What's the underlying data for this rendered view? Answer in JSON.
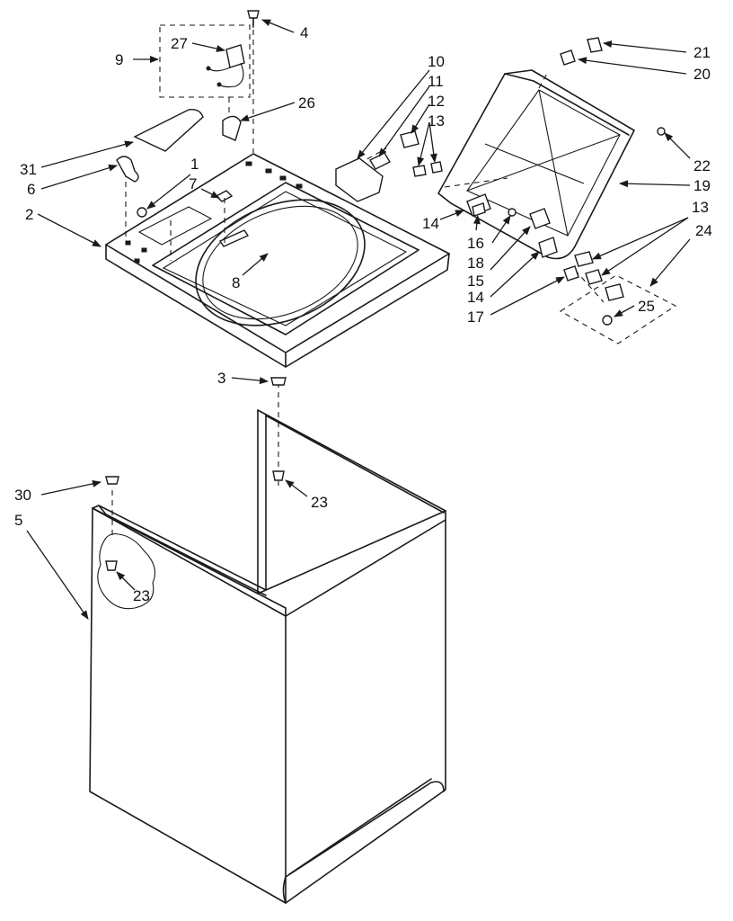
{
  "callouts": [
    {
      "id": "c1",
      "text": "1"
    },
    {
      "id": "c2",
      "text": "2"
    },
    {
      "id": "c3",
      "text": "3"
    },
    {
      "id": "c4",
      "text": "4"
    },
    {
      "id": "c5",
      "text": "5"
    },
    {
      "id": "c6",
      "text": "6"
    },
    {
      "id": "c7",
      "text": "7"
    },
    {
      "id": "c8",
      "text": "8"
    },
    {
      "id": "c9",
      "text": "9"
    },
    {
      "id": "c10",
      "text": "10"
    },
    {
      "id": "c11",
      "text": "11"
    },
    {
      "id": "c12",
      "text": "12"
    },
    {
      "id": "c13a",
      "text": "13"
    },
    {
      "id": "c13b",
      "text": "13"
    },
    {
      "id": "c14a",
      "text": "14"
    },
    {
      "id": "c14b",
      "text": "14"
    },
    {
      "id": "c15",
      "text": "15"
    },
    {
      "id": "c16",
      "text": "16"
    },
    {
      "id": "c17",
      "text": "17"
    },
    {
      "id": "c18",
      "text": "18"
    },
    {
      "id": "c19",
      "text": "19"
    },
    {
      "id": "c20",
      "text": "20"
    },
    {
      "id": "c21",
      "text": "21"
    },
    {
      "id": "c22",
      "text": "22"
    },
    {
      "id": "c23a",
      "text": "23"
    },
    {
      "id": "c23b",
      "text": "23"
    },
    {
      "id": "c24",
      "text": "24"
    },
    {
      "id": "c25",
      "text": "25"
    },
    {
      "id": "c26",
      "text": "26"
    },
    {
      "id": "c27",
      "text": "27"
    },
    {
      "id": "c30",
      "text": "30"
    },
    {
      "id": "c31",
      "text": "31"
    }
  ]
}
